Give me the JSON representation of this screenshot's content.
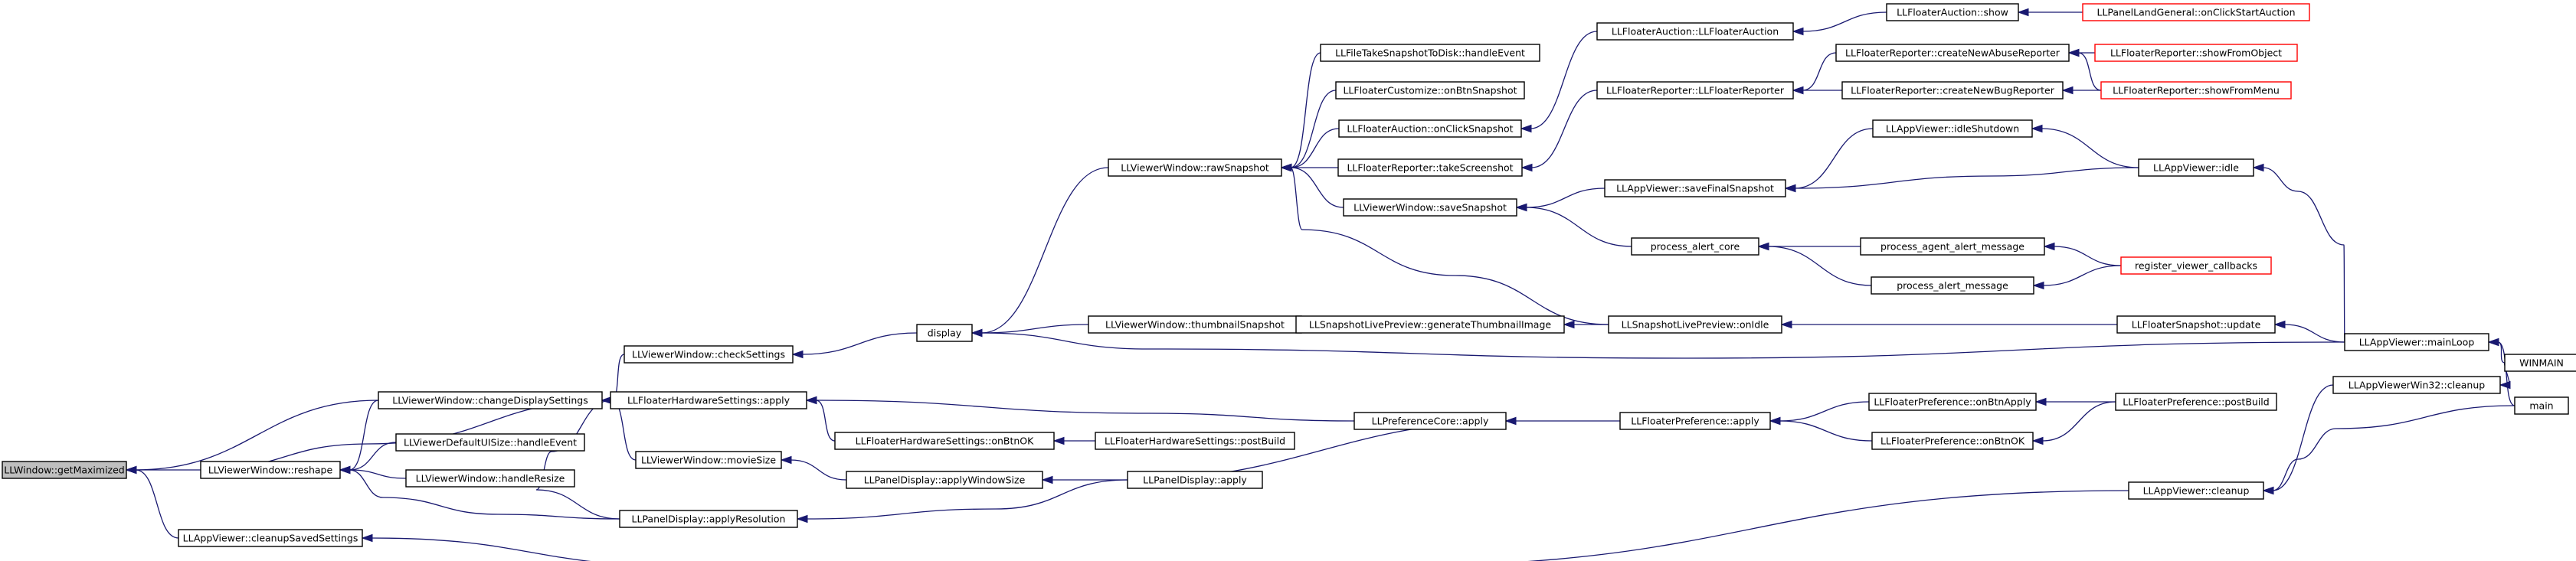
{
  "diagram": {
    "type": "call-graph",
    "colors": {
      "edge": "#191970",
      "node_border": "#000000",
      "truncated_node_border": "#ff0000",
      "root_fill": "#bfbfbf",
      "background": "#ffffff"
    },
    "nodes": [
      {
        "id": "n0",
        "label": "LLWindow::getMaximized",
        "style": "root"
      },
      {
        "id": "n1",
        "label": "LLViewerWindow::reshape"
      },
      {
        "id": "n2",
        "label": "LLAppViewer::cleanupSavedSettings"
      },
      {
        "id": "n3",
        "label": "LLViewerWindow::changeDisplaySettings"
      },
      {
        "id": "n4",
        "label": "LLViewerWindow::checkSettings"
      },
      {
        "id": "n5",
        "label": "display"
      },
      {
        "id": "n6",
        "label": "LLViewerWindow::rawSnapshot"
      },
      {
        "id": "n7",
        "label": "LLFileTakeSnapshotToDisk::handleEvent"
      },
      {
        "id": "n8",
        "label": "LLFloaterCustomize::onBtnSnapshot"
      },
      {
        "id": "n9",
        "label": "LLFloaterAuction::onClickSnapshot"
      },
      {
        "id": "n10",
        "label": "LLFloaterReporter::takeScreenshot"
      },
      {
        "id": "n11",
        "label": "LLViewerWindow::saveSnapshot"
      },
      {
        "id": "n12",
        "label": "LLFloaterAuction::LLFloaterAuction"
      },
      {
        "id": "n13",
        "label": "LLFloaterAuction::show"
      },
      {
        "id": "n14",
        "label": "LLPanelLandGeneral::onClickStartAuction",
        "style": "truncated"
      },
      {
        "id": "n15",
        "label": "LLFloaterReporter::LLFloaterReporter"
      },
      {
        "id": "n16",
        "label": "LLFloaterReporter::createNewAbuseReporter"
      },
      {
        "id": "n17",
        "label": "LLFloaterReporter::createNewBugReporter"
      },
      {
        "id": "n18",
        "label": "LLFloaterReporter::showFromObject",
        "style": "truncated"
      },
      {
        "id": "n19",
        "label": "LLFloaterReporter::showFromMenu",
        "style": "truncated"
      },
      {
        "id": "n20",
        "label": "LLAppViewer::idleShutdown"
      },
      {
        "id": "n21",
        "label": "LLAppViewer::saveFinalSnapshot"
      },
      {
        "id": "n22",
        "label": "LLAppViewer::idle"
      },
      {
        "id": "n23",
        "label": "process_alert_core"
      },
      {
        "id": "n24",
        "label": "process_agent_alert_message"
      },
      {
        "id": "n25",
        "label": "process_alert_message"
      },
      {
        "id": "n26",
        "label": "register_viewer_callbacks",
        "style": "truncated"
      },
      {
        "id": "n27",
        "label": "LLViewerWindow::thumbnailSnapshot"
      },
      {
        "id": "n28",
        "label": "LLSnapshotLivePreview::generateThumbnailImage"
      },
      {
        "id": "n29",
        "label": "LLSnapshotLivePreview::onIdle"
      },
      {
        "id": "n30",
        "label": "LLFloaterSnapshot::update"
      },
      {
        "id": "n31",
        "label": "LLAppViewer::mainLoop"
      },
      {
        "id": "n32",
        "label": "WINMAIN"
      },
      {
        "id": "n33",
        "label": "main"
      },
      {
        "id": "n34",
        "label": "LLFloaterHardwareSettings::apply"
      },
      {
        "id": "n35",
        "label": "LLFloaterHardwareSettings::onBtnOK"
      },
      {
        "id": "n36",
        "label": "LLFloaterHardwareSettings::postBuild"
      },
      {
        "id": "n37",
        "label": "LLPreferenceCore::apply"
      },
      {
        "id": "n38",
        "label": "LLFloaterPreference::apply"
      },
      {
        "id": "n39",
        "label": "LLFloaterPreference::onBtnApply"
      },
      {
        "id": "n40",
        "label": "LLFloaterPreference::onBtnOK"
      },
      {
        "id": "n41",
        "label": "LLFloaterPreference::postBuild"
      },
      {
        "id": "n42",
        "label": "LLViewerWindow::movieSize"
      },
      {
        "id": "n43",
        "label": "LLPanelDisplay::applyWindowSize"
      },
      {
        "id": "n44",
        "label": "LLPanelDisplay::apply"
      },
      {
        "id": "n45",
        "label": "LLPanelDisplay::applyResolution"
      },
      {
        "id": "n46",
        "label": "LLViewerDefaultUISize::handleEvent"
      },
      {
        "id": "n47",
        "label": "LLViewerWindow::handleResize"
      },
      {
        "id": "n48",
        "label": "LLAppViewerWin32::cleanup"
      },
      {
        "id": "n49",
        "label": "LLAppViewer::cleanup"
      }
    ],
    "edges": [
      [
        "n1",
        "n0"
      ],
      [
        "n2",
        "n0"
      ],
      [
        "n3",
        "n0"
      ],
      [
        "n3",
        "n1"
      ],
      [
        "n46",
        "n1"
      ],
      [
        "n47",
        "n1"
      ],
      [
        "n45",
        "n1"
      ],
      [
        "n49",
        "n2"
      ],
      [
        "n4",
        "n3"
      ],
      [
        "n34",
        "n3"
      ],
      [
        "n42",
        "n3"
      ],
      [
        "n45",
        "n3"
      ],
      [
        "n1",
        "n3"
      ],
      [
        "n5",
        "n4"
      ],
      [
        "n6",
        "n5"
      ],
      [
        "n27",
        "n5"
      ],
      [
        "n31",
        "n5"
      ],
      [
        "n7",
        "n6"
      ],
      [
        "n8",
        "n6"
      ],
      [
        "n9",
        "n6"
      ],
      [
        "n10",
        "n6"
      ],
      [
        "n11",
        "n6"
      ],
      [
        "n29",
        "n6"
      ],
      [
        "n12",
        "n9"
      ],
      [
        "n13",
        "n12"
      ],
      [
        "n14",
        "n13"
      ],
      [
        "n15",
        "n10"
      ],
      [
        "n16",
        "n15"
      ],
      [
        "n17",
        "n15"
      ],
      [
        "n18",
        "n16"
      ],
      [
        "n19",
        "n16"
      ],
      [
        "n19",
        "n17"
      ],
      [
        "n21",
        "n11"
      ],
      [
        "n23",
        "n11"
      ],
      [
        "n20",
        "n21"
      ],
      [
        "n22",
        "n21"
      ],
      [
        "n22",
        "n20"
      ],
      [
        "n31",
        "n22"
      ],
      [
        "n24",
        "n23"
      ],
      [
        "n25",
        "n23"
      ],
      [
        "n26",
        "n24"
      ],
      [
        "n26",
        "n25"
      ],
      [
        "n28",
        "n27"
      ],
      [
        "n29",
        "n28"
      ],
      [
        "n30",
        "n29"
      ],
      [
        "n31",
        "n30"
      ],
      [
        "n32",
        "n31"
      ],
      [
        "n33",
        "n31"
      ],
      [
        "n35",
        "n34"
      ],
      [
        "n37",
        "n34"
      ],
      [
        "n36",
        "n35"
      ],
      [
        "n38",
        "n37"
      ],
      [
        "n44",
        "n37"
      ],
      [
        "n39",
        "n38"
      ],
      [
        "n40",
        "n38"
      ],
      [
        "n41",
        "n39"
      ],
      [
        "n41",
        "n40"
      ],
      [
        "n43",
        "n42"
      ],
      [
        "n44",
        "n43"
      ],
      [
        "n44",
        "n45"
      ],
      [
        "n48",
        "n49"
      ],
      [
        "n33",
        "n49"
      ],
      [
        "n32",
        "n48"
      ]
    ]
  }
}
